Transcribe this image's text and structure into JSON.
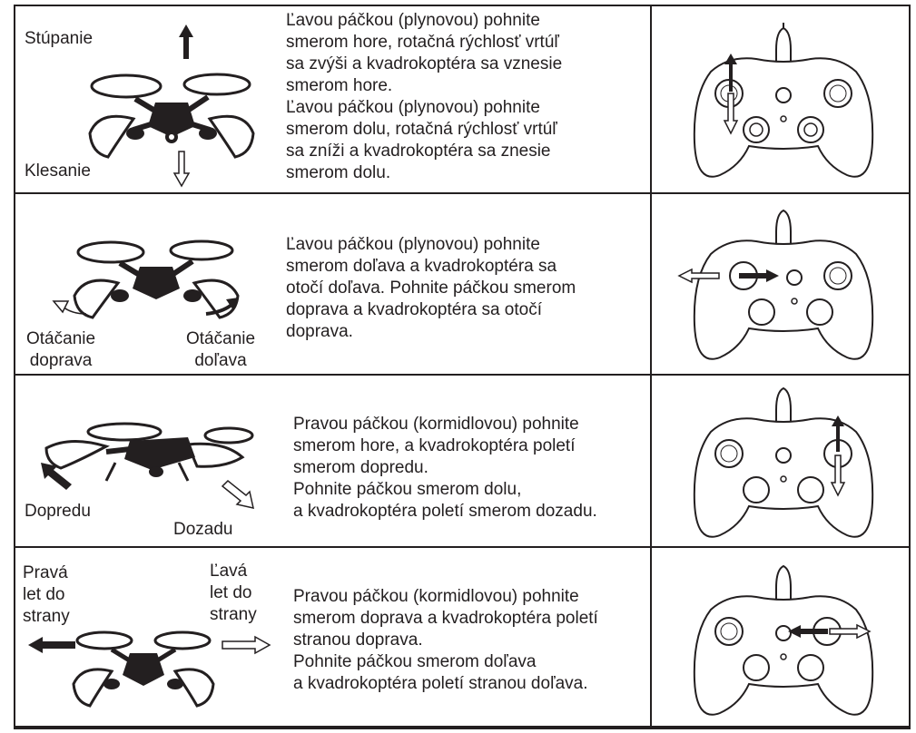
{
  "rows": [
    {
      "labels": [
        "Stúpanie",
        "Klesanie"
      ],
      "description": "Ľavou páčkou (plynovou) pohnite\nsmerom hore, rotačná rýchlosť vrtúľ\nsa zvýši a kvadrokoptéra sa vznesie\nsmerom hore.\nĽavou páčkou (plynovou) pohnite\nsmerom dolu, rotačná rýchlosť vrtúľ\nsa zníži a kvadrokoptéra sa znesie\nsmerom dolu."
    },
    {
      "labels": [
        "Otáčanie\ndoprava",
        "Otáčanie\ndoľava"
      ],
      "description": "Ľavou páčkou (plynovou) pohnite\nsmerom doľava a kvadrokoptéra sa\notočí doľava. Pohnite páčkou smerom\ndoprava a kvadrokoptéra sa otočí\ndoprava."
    },
    {
      "labels": [
        "Dopredu",
        "Dozadu"
      ],
      "description": "Pravou páčkou (kormidlovou) pohnite\nsmerom hore, a kvadrokoptéra poletí\nsmerom dopredu.\nPohnite páčkou smerom dolu,\na kvadrokoptéra poletí smerom dozadu."
    },
    {
      "labels": [
        "Pravá\nlet do\nstrany",
        "Ľavá\nlet do\nstrany"
      ],
      "description": "Pravou páčkou (kormidlovou) pohnite\nsmerom doprava a kvadrokoptéra poletí\nstranou doprava.\nPohnite páčkou smerom doľava\na kvadrokoptéra poletí stranou doľava."
    }
  ],
  "colors": {
    "line": "#231f20",
    "background": "#ffffff"
  },
  "icons": [
    "up-arrow-filled-icon",
    "down-arrow-outline-icon",
    "left-arrow-outline-icon",
    "right-arrow-filled-icon"
  ]
}
